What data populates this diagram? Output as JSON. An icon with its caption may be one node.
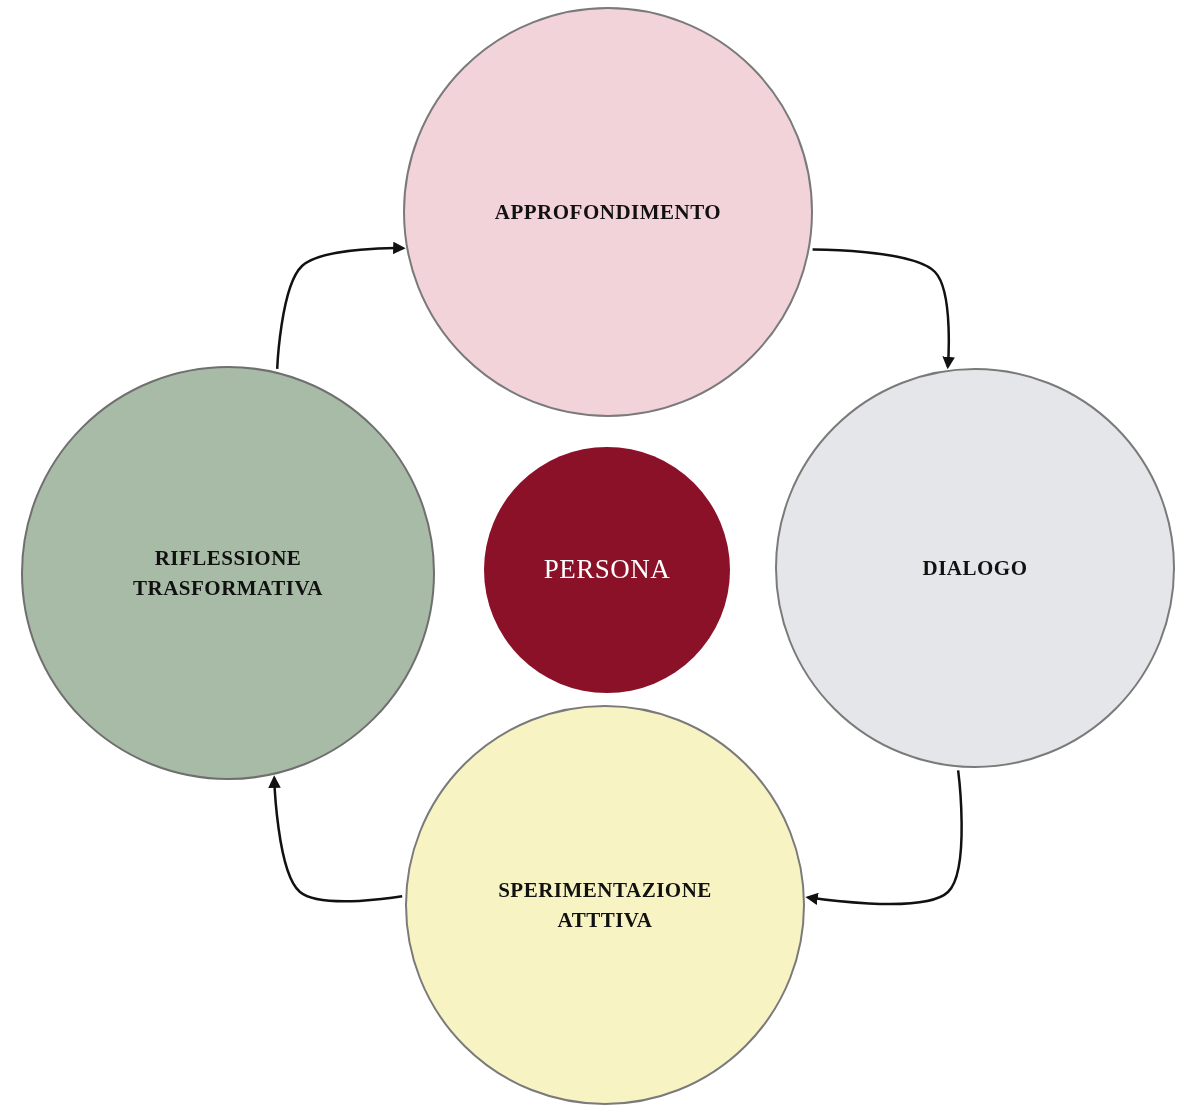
{
  "diagram": {
    "nodes": [
      {
        "text": [
          "APPROFONDIMENTO"
        ]
      },
      {
        "text": [
          "RIFLESSIONE TRASFORMATIVA"
        ]
      },
      {
        "text": [
          "PERSONA"
        ]
      },
      {
        "text": [
          "DIALOGO"
        ]
      },
      {
        "text": [
          "SPERIMENTAZIONE ATTTIVA"
        ]
      }
    ],
    "edges": [
      {
        "from": 0,
        "to": 3,
        "arrow": "to"
      },
      {
        "from": 3,
        "to": 4,
        "arrow": "to"
      },
      {
        "from": 4,
        "to": 1,
        "arrow": "to"
      },
      {
        "from": 1,
        "to": 0,
        "arrow": "to"
      }
    ]
  }
}
